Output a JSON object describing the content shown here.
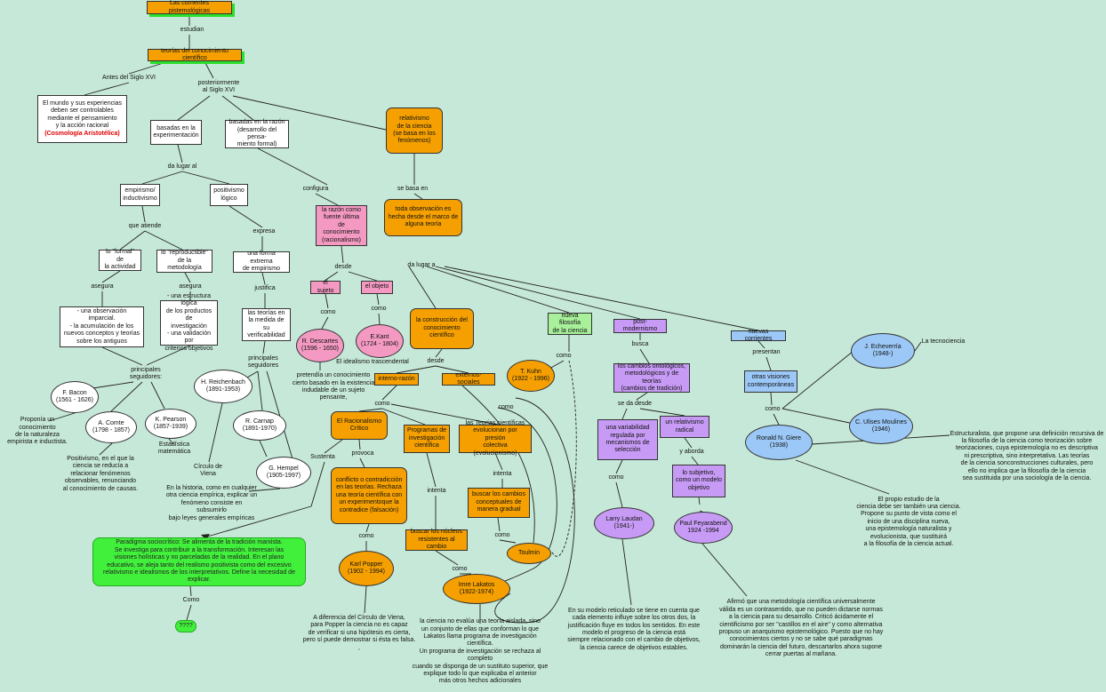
{
  "colors": {
    "background": "#c6e8d8",
    "orange": "#f5a000",
    "pink": "#f49ac2",
    "green": "#a8f09a",
    "purple": "#c79bf5",
    "blue": "#9cc8f7",
    "bright_green": "#41f03a",
    "red_text": "#e00000"
  },
  "nodes": {
    "root": "Las corrientes pistemológicas",
    "l_estudian": "estudian",
    "teorias": "teorías del conocimiento científico",
    "l_antes": "Antes del Siglo XVI",
    "l_posteriormente": "posteriormente\nal Siglo XVI",
    "mundo": "El mundo y sus experiencias\ndeben ser controlables\nmediante el pensamiento\ny la acción racional",
    "mundo_red": "(Cosmología Aristotélica)",
    "basadas_exp": "basadas en la\nexperimentación",
    "basadas_razon": "basadas en la razón\n(desarrollo del pensa-\nmiento formal)",
    "relativismo": "relativismo\nde la ciencia\n(se basa en los\nfenómenos)",
    "l_dalugar": "da lugar al",
    "empirismo": "empirismo/\ninductivismo",
    "positivismo": "positivismo\nlógico",
    "l_configura": "configura",
    "l_sebasa": "se basa en",
    "toda_obs": "toda observación es\nhecha desde el marco de\nalguna teoría",
    "razon_fuente": "la razón como\nfuente última\nde conocimiento\n(racionalismo)",
    "l_queatiende": "que atiende",
    "l_expresa": "expresa",
    "formal": "lo \"formal\" de\nla actividad",
    "reproductible": "lo \"reproductible\"\nde la metodología",
    "forma_extrema": "una forma extrema\nde empirismo",
    "l_desde1": "desde",
    "l_dalugara": "da lugar a",
    "sujeto": "el sujeto",
    "objeto": "el objeto",
    "l_asegura1": "asegura",
    "l_asegura2": "asegura",
    "l_justifica": "justifica",
    "l_como1": "como",
    "l_como2": "como",
    "observacion": "- una observación imparcial.\n-  la acumulación de los\nnuevos conceptos y teorías\nsobre los antiguos",
    "estructura": "- una estructura lógica\nde los productos de\ninvestigación\n- una validación por\ncriterios objetivos",
    "teorias_verif": "las teorías en\nla medida de su\nverificabilidad",
    "descartes": "R. Descartes\n(1596 - 1650)",
    "kant": "E.Kant\n(1724 - 1804)",
    "construccion": "la construcción del\nconocimiento\ncientífico",
    "nueva_filo": "nueva filosofía\nde la ciencia",
    "postmod": "post-modernismo",
    "nuevas_corr": "nuevas corrientes",
    "l_ppal_seg1": "principales\nseguidores:",
    "l_ppal_seg2": "principales\nseguidores",
    "l_idealismo": "El idealismo trascendental",
    "l_desde2": "desde",
    "l_como3": "como",
    "l_busca": "busca",
    "l_presentan": "presentan",
    "reichenbach": "H. Reichenbach\n(1891-1953)",
    "pretendia": "pretendía un conocimiento\ncierto basado en la existencia\nindudable de un sujeto\npensante,",
    "interno": "interno-razón",
    "externos": "externos-sociales",
    "kuhn": "T. Kuhn\n(1922 - 1996)",
    "ontologicos": "los cambios ontológicos,\nmetodológicos y de teorías\n(cambios de tradición)",
    "otras_visiones": "otras visiones\ncontemporáneas",
    "echeverria": "J. Echeverría\n(1948-)",
    "l_tecnociencia": "La tecnociencia",
    "bacon": "F. Bacon\n(1561 - 1626)",
    "carnap": "R. Carnap\n(1891-1970)",
    "l_como4": "como",
    "l_como5": "como",
    "l_sedadesde": "se da desde",
    "l_como6": "como",
    "comte": "A. Comte\n(1798 - 1857)",
    "pearson": "K. Pearson\n(1857-1939)",
    "racionalismo": "El Racionalismo\nCrítico",
    "programas": "Programas de\ninvestigación\ncientífica",
    "evolucionan": "las Teorías científicas\nevolucionan por presión\ncolectiva (evolucionismo)",
    "variabilidad": "una variabilidad\nregulada por\nmecanismos de\nselección",
    "relativismo_rad": "un relativismo\nradical",
    "giere": "Ronald N. Giere\n(1938)",
    "moulines": "C. Ulises Moulines\n(1946)",
    "proponia": "Proponía un conocimiento\nde la naturaleza\nempirista e inductista.",
    "l_estadistica": "Estadística matemática",
    "l_sustenta": "Sustenta",
    "l_provoca": "provoca",
    "l_yaborda": "y aborda",
    "estructuralista": "Estructuralista, que propone una definición recursiva de\nla filosofía de la ciencia como teorización sobre\nteorizaciones, cuya epistemología no es descriptiva\nni prescriptiva, sino interpretativa. Las teorías\nde la ciencia sonconstrucciones culturales, pero\nello no implica que la filosofía de la ciencia\nsea sustituida  por una sociología de la ciencia.",
    "positivismo_txt": "Positivismo, en el que la\nciencia se reducía a\nrelacionar fenómenos\nobservables, renunciando\nal conocimiento de causas.",
    "l_circulo": "Círculo de\nViena",
    "hempel": "G. Hempel\n(1905-1997)",
    "conflicto": "conflicto o contradicción\nen las teorías. Rechaza\nuna teoría científica con\nun experimentoque la\ncontradice (falsación)",
    "l_intenta1": "intenta",
    "l_intenta2": "intenta",
    "subjetivo": "lo subjetivo,\ncomo un modelo\nobjetivo",
    "historia": "En la historia, como en cualquier\notra ciencia empírica, explicar un\nfenómeno consiste en subsumirlo\nbajo leyes generales empíricas",
    "buscar_cambios": "buscar los cambios\nconceptuales de\nmanera gradual",
    "l_como7": "como",
    "propio_estudio": "El propio estudio de la\nciencia debe ser también una ciencia.\nPropone su punto de vista como el\ninicio de una disciplina nueva,\nuna epistemología naturalista y\nevolucionista, que sustituirá\na la filosofía de la ciencia actual.",
    "laudan": "Larry Laudan\n(1941-)",
    "feyarabend": "Paul Feyarabend\n1924 -1994",
    "buscar_nucleos": "buscar los núcleos\nresistentes al cambio",
    "l_como8": "como",
    "l_como9": "como",
    "toulmin": "Toulmin",
    "paradigma": "Paradigma sociocrítico: Se alimenta de la tradición marxista.\nSe investiga para contribuir a la transformación. Interesan las\nvisiones holísticas y no parceladas de la realidad. En el plano\neducativo, se aleja tanto del realismo positivista como del excesivo\nrelativismo e idealismos de los interpretativos. Define la necesidad de explicar.",
    "popper": "Karl Popper\n(1902 - 1994)",
    "l_como10": "como",
    "lakatos": "Imre Lakatos\n(1922-1974)",
    "l_Como": "Como",
    "qqq": "????",
    "popper_txt": "A diferencia del Círculo de Viena,\npara Popper la ciencia no es capaz\nde verificar si una hipótesis es cierta,\npero sí puede demostrar si ésta es falsa.\n,",
    "lakatos_txt": "la ciencia no evalúa una teoría aislada, sino\nun conjunto de ellas que conforman lo que\nLakatos llama programa de investigación científica.\nUn programa de investigación se rechaza al completo\ncuando se disponga de un sustituto superior, que\nexplique todo lo que explicaba el anterior\nmás otros hechos adicionales",
    "laudan_txt": "En su  modelo reticulado se tiene en cuenta que\ncada elemento influye sobre los otros dos, la\njustificación fluye en todos los sentidos. En este\nmodelo el progreso de la ciencia está\nsiempre relacionado con el cambio de objetivos,\nla ciencia carece de objetivos estables.",
    "feyarabend_txt": "Afirmó que una metodología científica universalmente\nválida es un contrasentido, que no pueden dictarse normas\na la ciencia para su desarrollo. Criticó ácidamente el\ncientificismo por ser \"castillos en el aire\" y como alternativa\npropuso un anarquismo epistemológico. Puesto que no hay\nconocimientos ciertos y no se sabe qué paradigmas\ndominarán la ciencia del futuro, descartarlos ahora supone\ncerrar puertas al mañana."
  }
}
